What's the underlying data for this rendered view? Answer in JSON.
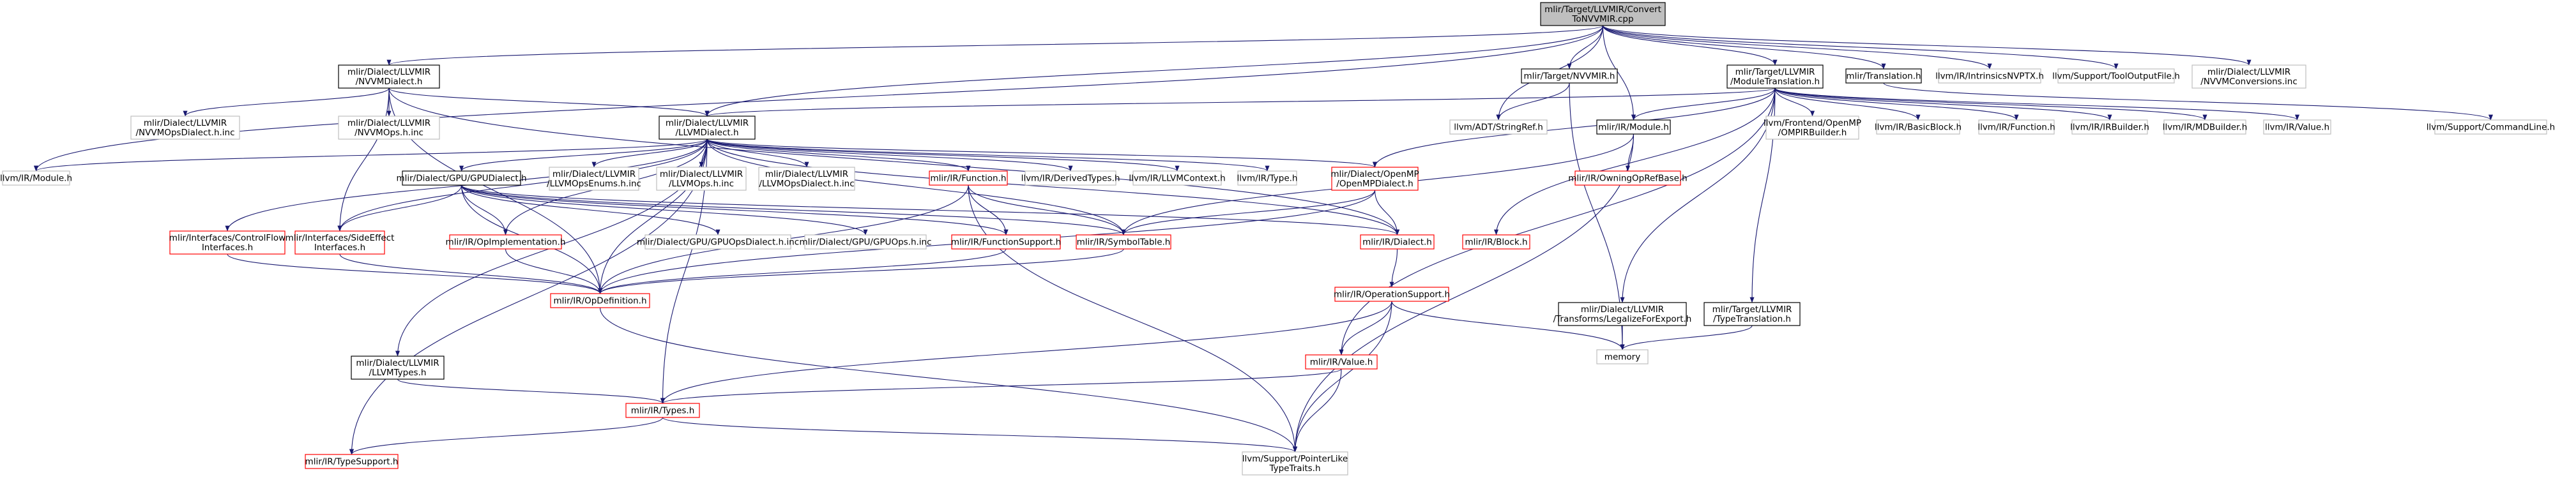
{
  "colors": {
    "edge": "#191970",
    "root_fill": "#bfbfbf",
    "documented_border": "#000000",
    "undocumented_border": "#bfbfbf",
    "incomplete_border": "#ff0000",
    "node_fill": "#ffffff"
  },
  "nodes": [
    {
      "id": "root",
      "lines": [
        "mlir/Target/LLVMIR/Convert",
        "ToNVVMIR.cpp"
      ],
      "kind": "root"
    },
    {
      "id": "nvvmdialect",
      "lines": [
        "mlir/Dialect/LLVMIR",
        "/NVVMDialect.h"
      ],
      "kind": "doc"
    },
    {
      "id": "nvvmir",
      "lines": [
        "mlir/Target/NVVMIR.h"
      ],
      "kind": "doc"
    },
    {
      "id": "modtrans",
      "lines": [
        "mlir/Target/LLVMIR",
        "/ModuleTranslation.h"
      ],
      "kind": "doc"
    },
    {
      "id": "translation",
      "lines": [
        "mlir/Translation.h"
      ],
      "kind": "doc"
    },
    {
      "id": "intrnvptx",
      "lines": [
        "llvm/IR/IntrinsicsNVPTX.h"
      ],
      "kind": "undoc"
    },
    {
      "id": "tooloutput",
      "lines": [
        "llvm/Support/ToolOutputFile.h"
      ],
      "kind": "undoc"
    },
    {
      "id": "nvvmconv",
      "lines": [
        "mlir/Dialect/LLVMIR",
        "/NVVMConversions.inc"
      ],
      "kind": "undoc"
    },
    {
      "id": "nvvmopsdialect",
      "lines": [
        "mlir/Dialect/LLVMIR",
        "/NVVMOpsDialect.h.inc"
      ],
      "kind": "undoc"
    },
    {
      "id": "nvvmops",
      "lines": [
        "mlir/Dialect/LLVMIR",
        "/NVVMOps.h.inc"
      ],
      "kind": "undoc"
    },
    {
      "id": "llvmdialect",
      "lines": [
        "mlir/Dialect/LLVMIR",
        "/LLVMDialect.h"
      ],
      "kind": "doc"
    },
    {
      "id": "stringref",
      "lines": [
        "llvm/ADT/StringRef.h"
      ],
      "kind": "undoc"
    },
    {
      "id": "irmodule",
      "lines": [
        "mlir/IR/Module.h"
      ],
      "kind": "doc"
    },
    {
      "id": "openmpbuilder",
      "lines": [
        "llvm/Frontend/OpenMP",
        "/OMPIRBuilder.h"
      ],
      "kind": "undoc"
    },
    {
      "id": "basicblock",
      "lines": [
        "llvm/IR/BasicBlock.h"
      ],
      "kind": "undoc"
    },
    {
      "id": "irfunction",
      "lines": [
        "llvm/IR/Function.h"
      ],
      "kind": "undoc"
    },
    {
      "id": "irbuilder",
      "lines": [
        "llvm/IR/IRBuilder.h"
      ],
      "kind": "undoc"
    },
    {
      "id": "mdbuilder",
      "lines": [
        "llvm/IR/MDBuilder.h"
      ],
      "kind": "undoc"
    },
    {
      "id": "llvmvalue",
      "lines": [
        "llvm/IR/Value.h"
      ],
      "kind": "undoc"
    },
    {
      "id": "cmdline",
      "lines": [
        "llvm/Support/CommandLine.h"
      ],
      "kind": "undoc"
    },
    {
      "id": "llvmmodule",
      "lines": [
        "llvm/IR/Module.h"
      ],
      "kind": "undoc"
    },
    {
      "id": "gpudialect",
      "lines": [
        "mlir/Dialect/GPU/GPUDialect.h"
      ],
      "kind": "doc"
    },
    {
      "id": "llvmopsenums",
      "lines": [
        "mlir/Dialect/LLVMIR",
        "/LLVMOpsEnums.h.inc"
      ],
      "kind": "undoc"
    },
    {
      "id": "llvmopsinc",
      "lines": [
        "mlir/Dialect/LLVMIR",
        "/LLVMOps.h.inc"
      ],
      "kind": "undoc"
    },
    {
      "id": "llvmopsdialect",
      "lines": [
        "mlir/Dialect/LLVMIR",
        "/LLVMOpsDialect.h.inc"
      ],
      "kind": "undoc"
    },
    {
      "id": "mlirfunction",
      "lines": [
        "mlir/IR/Function.h"
      ],
      "kind": "red"
    },
    {
      "id": "derivedtypes",
      "lines": [
        "llvm/IR/DerivedTypes.h"
      ],
      "kind": "undoc"
    },
    {
      "id": "llvmcontext",
      "lines": [
        "llvm/IR/LLVMContext.h"
      ],
      "kind": "undoc"
    },
    {
      "id": "irtype",
      "lines": [
        "llvm/IR/Type.h"
      ],
      "kind": "undoc"
    },
    {
      "id": "openmpdialect",
      "lines": [
        "mlir/Dialect/OpenMP",
        "/OpenMPDialect.h"
      ],
      "kind": "red"
    },
    {
      "id": "owningop",
      "lines": [
        "mlir/IR/OwningOpRefBase.h"
      ],
      "kind": "red"
    },
    {
      "id": "controlflow",
      "lines": [
        "mlir/Interfaces/ControlFlow",
        "Interfaces.h"
      ],
      "kind": "red"
    },
    {
      "id": "sideeffect",
      "lines": [
        "mlir/Interfaces/SideEffect",
        "Interfaces.h"
      ],
      "kind": "red"
    },
    {
      "id": "opimpl",
      "lines": [
        "mlir/IR/OpImplementation.h"
      ],
      "kind": "red"
    },
    {
      "id": "gpuopsdialect",
      "lines": [
        "mlir/Dialect/GPU/GPUOpsDialect.h.inc"
      ],
      "kind": "undoc"
    },
    {
      "id": "gpuopsinc",
      "lines": [
        "mlir/Dialect/GPU/GPUOps.h.inc"
      ],
      "kind": "undoc"
    },
    {
      "id": "funcsupport",
      "lines": [
        "mlir/IR/FunctionSupport.h"
      ],
      "kind": "red"
    },
    {
      "id": "symboltable",
      "lines": [
        "mlir/IR/SymbolTable.h"
      ],
      "kind": "red"
    },
    {
      "id": "irdialect",
      "lines": [
        "mlir/IR/Dialect.h"
      ],
      "kind": "red"
    },
    {
      "id": "irblock",
      "lines": [
        "mlir/IR/Block.h"
      ],
      "kind": "red"
    },
    {
      "id": "opdefinition",
      "lines": [
        "mlir/IR/OpDefinition.h"
      ],
      "kind": "red"
    },
    {
      "id": "opsupport",
      "lines": [
        "mlir/IR/OperationSupport.h"
      ],
      "kind": "red"
    },
    {
      "id": "legalize",
      "lines": [
        "mlir/Dialect/LLVMIR",
        "/Transforms/LegalizeForExport.h"
      ],
      "kind": "doc"
    },
    {
      "id": "typetrans",
      "lines": [
        "mlir/Target/LLVMIR",
        "/TypeTranslation.h"
      ],
      "kind": "doc"
    },
    {
      "id": "memory",
      "lines": [
        "memory"
      ],
      "kind": "undoc"
    },
    {
      "id": "mlirvalue",
      "lines": [
        "mlir/IR/Value.h"
      ],
      "kind": "red"
    },
    {
      "id": "llvmtypes",
      "lines": [
        "mlir/Dialect/LLVMIR",
        "/LLVMTypes.h"
      ],
      "kind": "doc"
    },
    {
      "id": "irtypes",
      "lines": [
        "mlir/IR/Types.h"
      ],
      "kind": "red"
    },
    {
      "id": "typesupport",
      "lines": [
        "mlir/IR/TypeSupport.h"
      ],
      "kind": "red"
    },
    {
      "id": "pointerlike",
      "lines": [
        "llvm/Support/PointerLike",
        "TypeTraits.h"
      ],
      "kind": "undoc"
    }
  ]
}
